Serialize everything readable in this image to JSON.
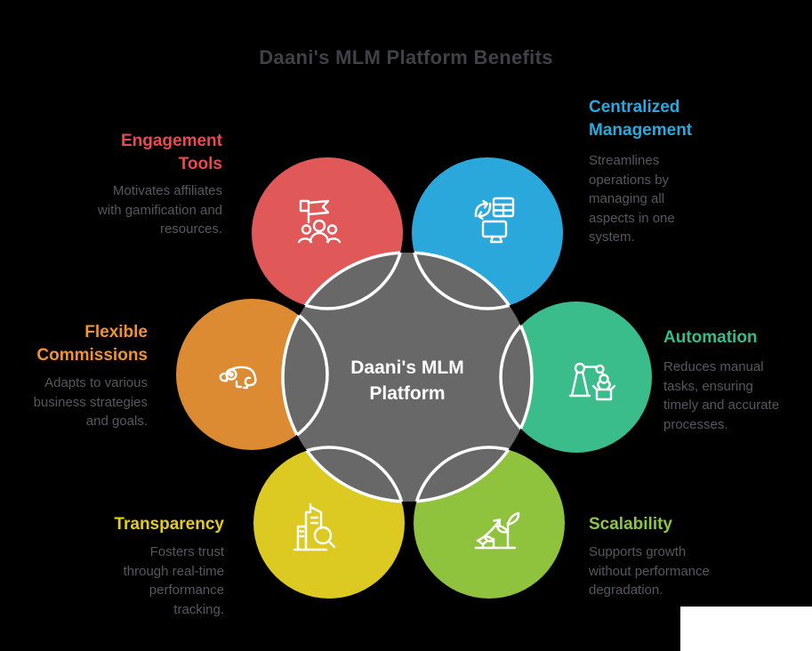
{
  "title": "Daani's MLM Platform Benefits",
  "center_circle": {
    "line1": "Daani's MLM",
    "line2": "Platform",
    "fill": "#686868"
  },
  "benefits": [
    {
      "id": "engagement-tools",
      "label": "Engagement Tools",
      "description": "Motivates affiliates with gamification and resources.",
      "label_color": "#ea4a4a",
      "circle_color": "#e05858",
      "icon": "flag-team-icon"
    },
    {
      "id": "centralized-management",
      "label": "Centralized Management",
      "description": "Streamlines operations by managing all aspects in one system.",
      "label_color": "#29a9de",
      "circle_color": "#2aa7db",
      "icon": "sync-devices-icon"
    },
    {
      "id": "flexible-commissions",
      "label": "Flexible Commissions",
      "description": "Adapts to various business strategies and goals.",
      "label_color": "#f0922f",
      "circle_color": "#dd8b33",
      "icon": "chameleon-icon"
    },
    {
      "id": "automation",
      "label": "Automation",
      "description": "Reduces manual tasks, ensuring timely and accurate processes.",
      "label_color": "#34bd8b",
      "circle_color": "#3bbd8b",
      "icon": "robot-arm-icon"
    },
    {
      "id": "transparency",
      "label": "Transparency",
      "description": "Fosters trust through real-time performance tracking.",
      "label_color": "#e3ce13",
      "circle_color": "#dcc922",
      "icon": "audit-building-icon"
    },
    {
      "id": "scalability",
      "label": "Scalability",
      "description": "Supports growth without performance degradation.",
      "label_color": "#8dc63f",
      "circle_color": "#8fc33e",
      "icon": "growth-plant-icon"
    }
  ]
}
